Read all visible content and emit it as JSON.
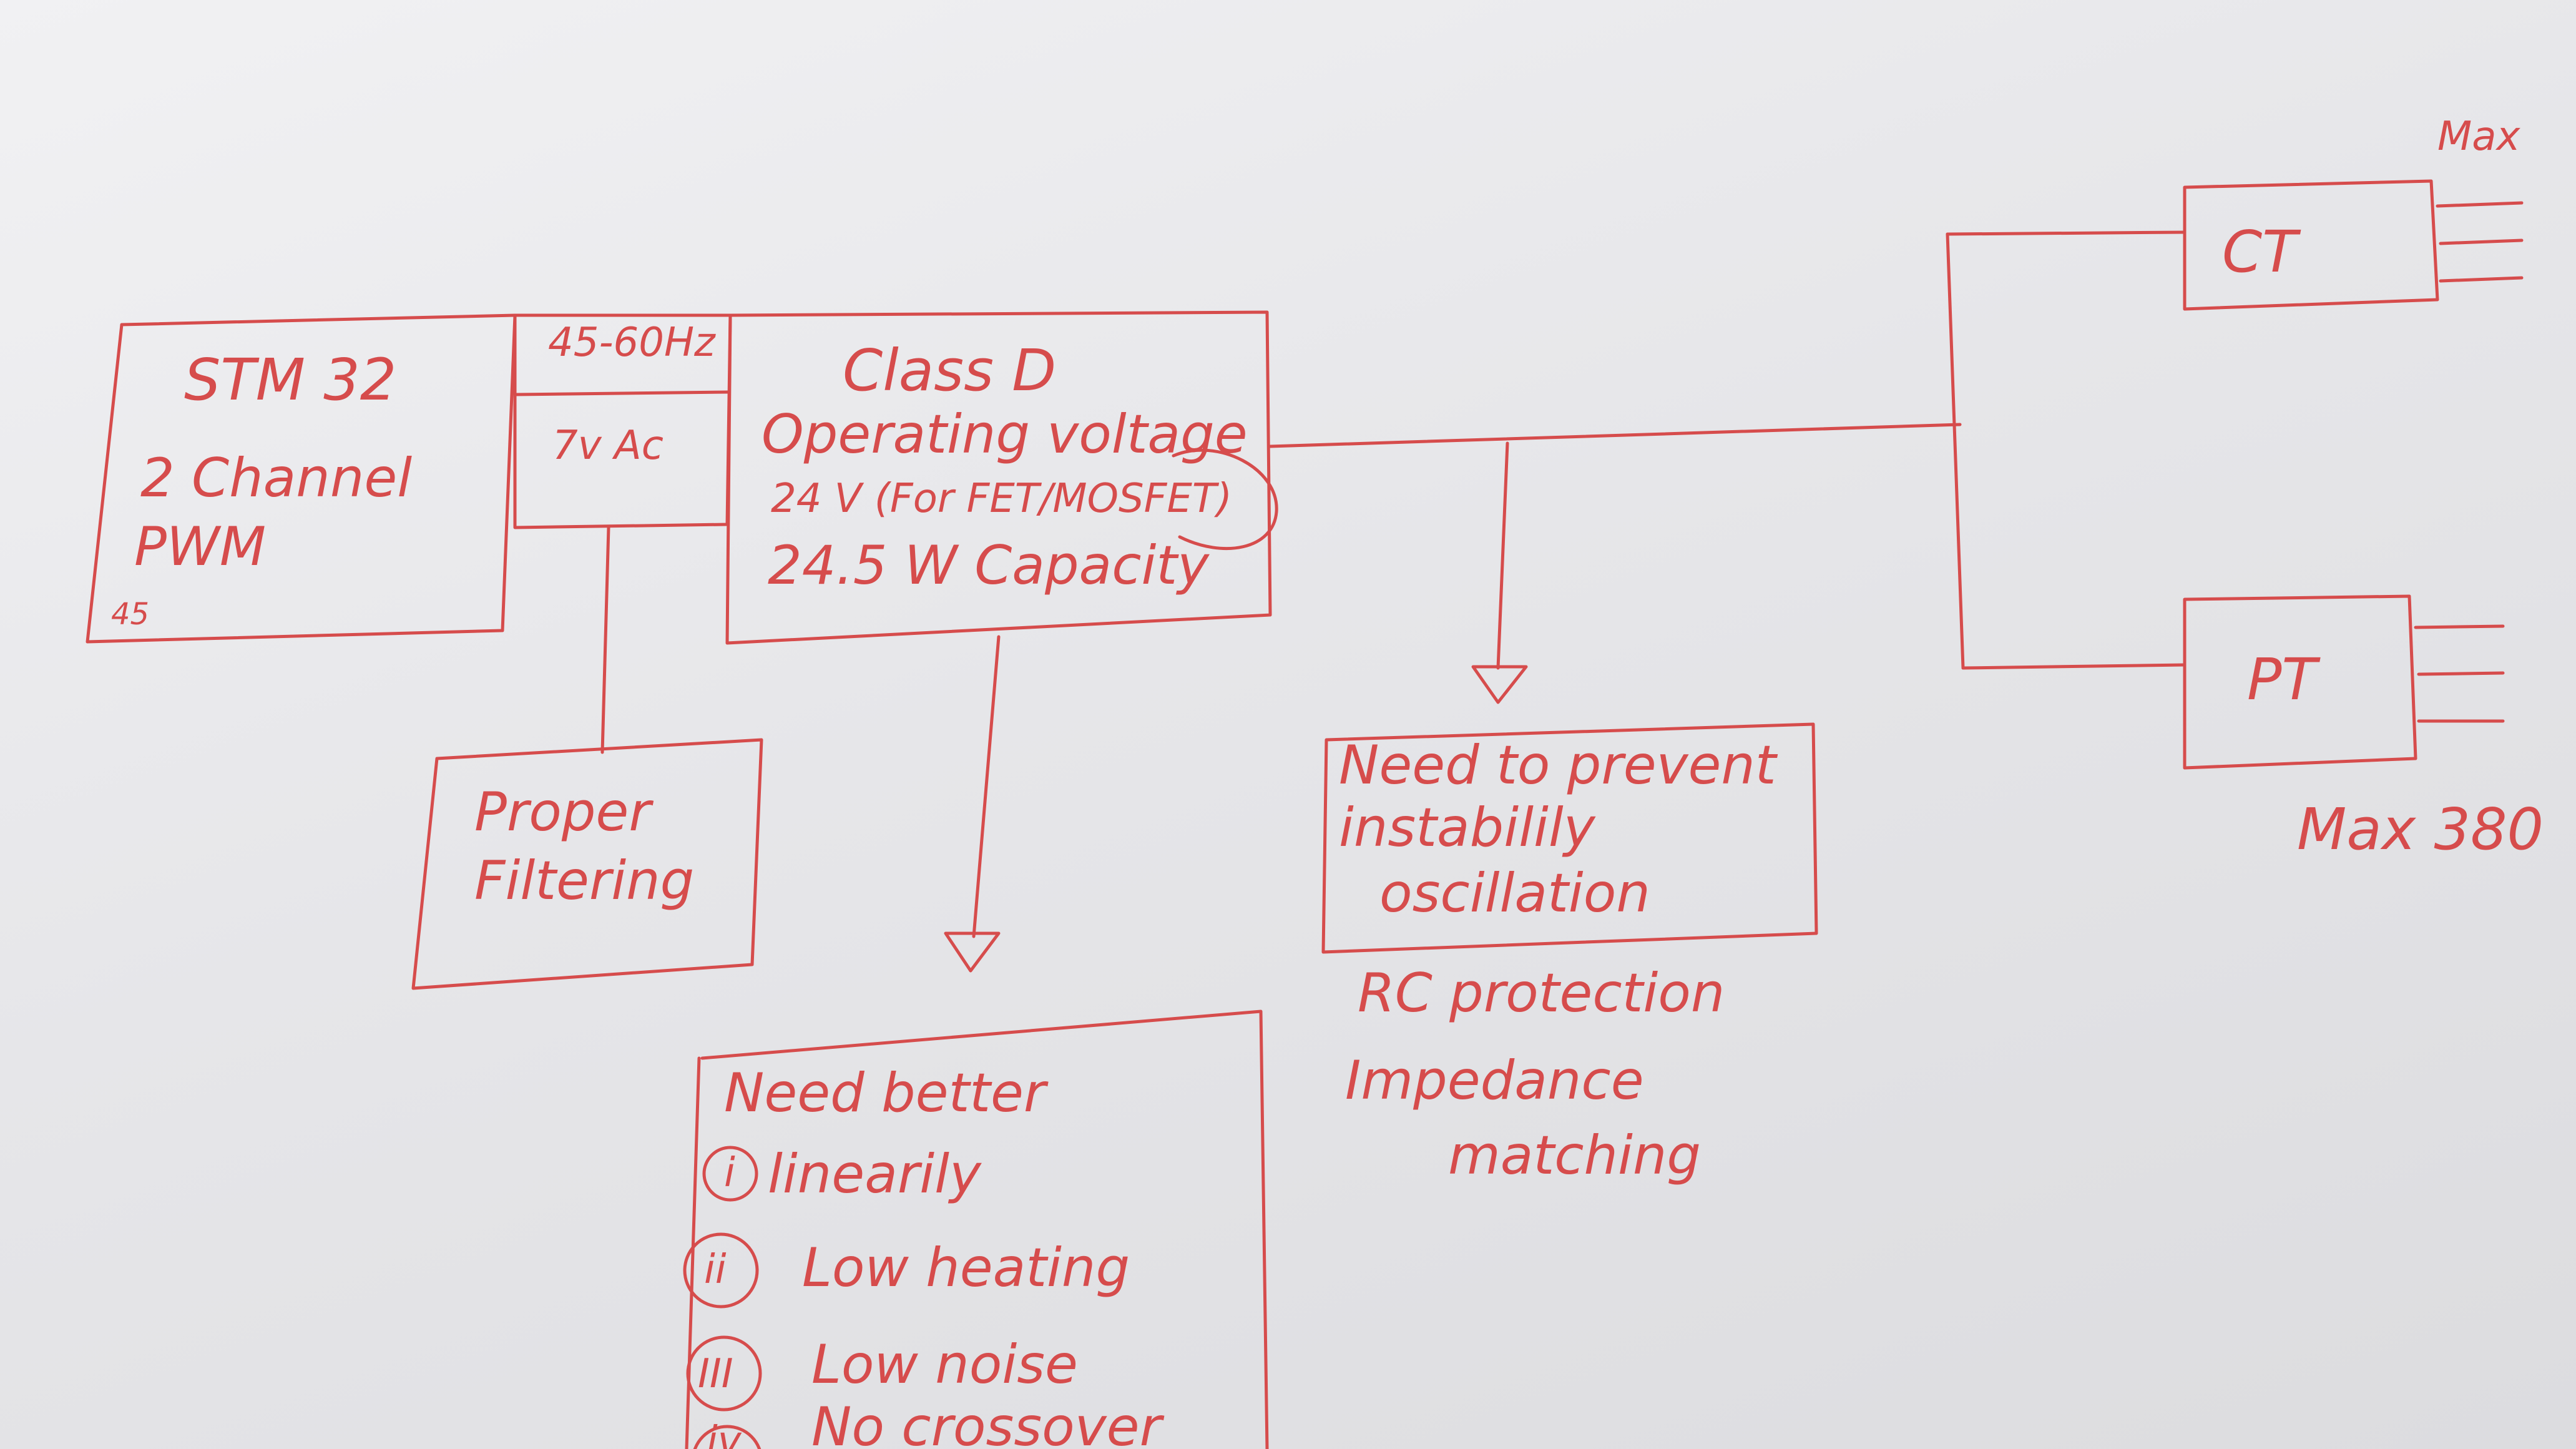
{
  "colors": {
    "ink": "#d64c4c",
    "paper": "#ececee"
  },
  "stm32": {
    "title": "STM 32",
    "line1": "2 Channel",
    "line2": "PWM",
    "corner_mark": "45"
  },
  "signal": {
    "freq": "45-60Hz",
    "voltage": "7v Ac"
  },
  "filter": {
    "line1": "Proper",
    "line2": "Filtering"
  },
  "amp": {
    "line1": "Class D",
    "line2": "Operating voltage",
    "line3": "24 V (For FET/MOSFET)",
    "line4": "24.5 W Capacity"
  },
  "needs": {
    "title": "Need better",
    "items": [
      {
        "marker": "i",
        "text": "linearily"
      },
      {
        "marker": "ii",
        "text": "Low heating"
      },
      {
        "marker": "III",
        "text": "Low noise"
      },
      {
        "marker": "iv",
        "text": "No crossover"
      }
    ]
  },
  "stability": {
    "line1": "Need to prevent",
    "line2": "instabilily",
    "line3": "oscillation"
  },
  "protection": {
    "line1": "RC protection",
    "line2": "Impedance",
    "line3": "matching"
  },
  "ct": {
    "label": "CT",
    "max": "Max"
  },
  "pt": {
    "label": "PT",
    "max": "Max 380"
  }
}
